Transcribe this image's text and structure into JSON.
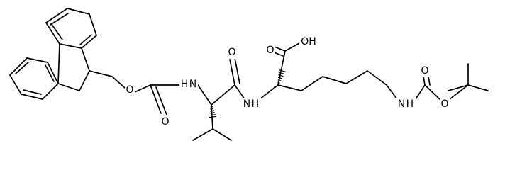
{
  "molecule": {
    "atom_labels": {
      "oh": "OH",
      "o_carboxyl_double": "O",
      "o_amide_double": "O",
      "o_fmoc_ester": "O",
      "o_fmoc_carbonyl": "O",
      "nh_fmoc": "H N",
      "nh_amide": "N H",
      "o_boc_carbonyl": "O",
      "o_boc_ester": "O",
      "nh_boc": "N H"
    }
  },
  "colors": {
    "bond": "#000000",
    "background": "#ffffff"
  }
}
